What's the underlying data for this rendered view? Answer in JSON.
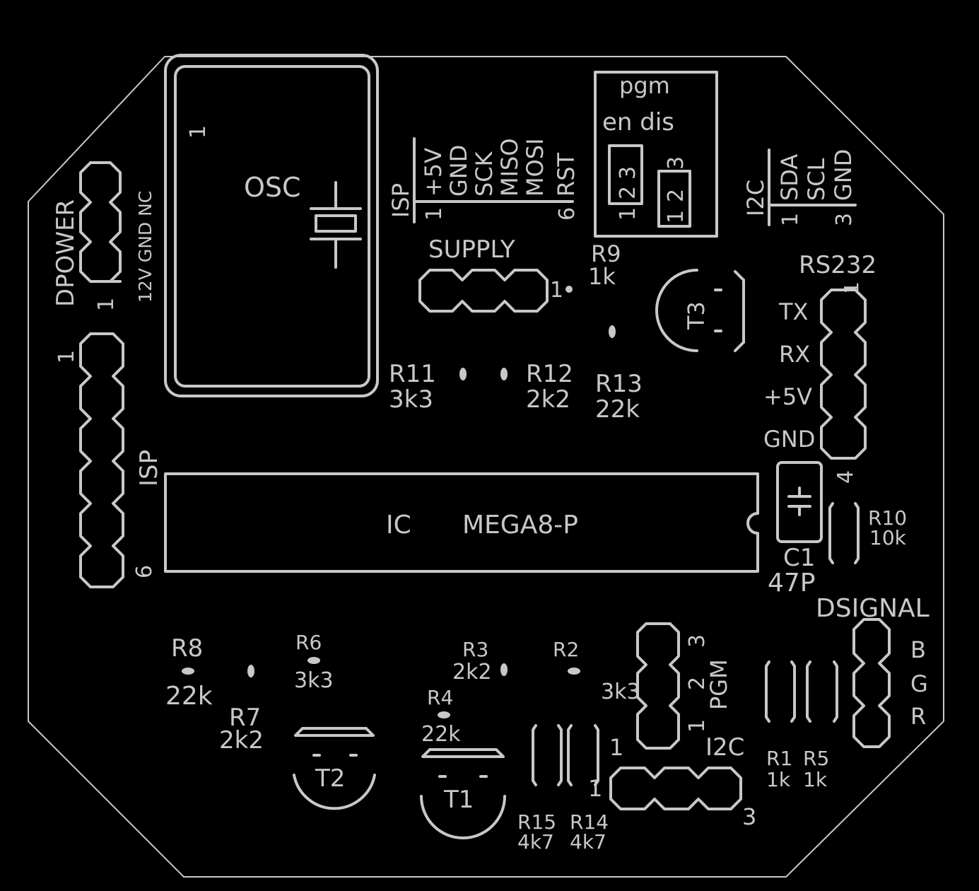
{
  "colors": {
    "background": "#000000",
    "silkscreen": "#c8c8c8",
    "outline": "#c8c8c8"
  },
  "osc": {
    "label": "OSC",
    "pin1": "1"
  },
  "dpower": {
    "name": "DPOWER",
    "pins": "12V GND NC",
    "pin1": "1"
  },
  "isp_left": {
    "name": "ISP",
    "pin1": "1",
    "pin6": "6"
  },
  "isp_top": {
    "name": "ISP",
    "pins": [
      "+5V",
      "GND",
      "SCK",
      "MISO",
      "MOSI",
      "RST"
    ],
    "pin1": "1",
    "pin6": "6"
  },
  "pgm_jumper": {
    "title": "pgm",
    "modes": "en dis",
    "left_digits": [
      "1",
      "2",
      "3"
    ],
    "right_digits": [
      "1",
      "2",
      "3"
    ]
  },
  "i2c_top": {
    "name": "I2C",
    "pins": [
      "SDA",
      "SCL",
      "GND"
    ],
    "pin1": "1",
    "pin3": "3"
  },
  "supply": {
    "name": "SUPPLY",
    "pin1": "1"
  },
  "r9": {
    "name": "R9",
    "value": "1k"
  },
  "t3": {
    "name": "T3"
  },
  "rs232": {
    "name": "RS232",
    "pins": [
      "TX",
      "RX",
      "+5V",
      "GND"
    ],
    "pin1": "1",
    "pin4": "4"
  },
  "r11": {
    "name": "R11",
    "value": "3k3"
  },
  "r12": {
    "name": "R12",
    "value": "2k2"
  },
  "r13": {
    "name": "R13",
    "value": "22k"
  },
  "ic": {
    "name": "IC",
    "part": "MEGA8-P"
  },
  "c1": {
    "name": "C1",
    "value": "47P"
  },
  "r10": {
    "name": "R10",
    "value": "10k"
  },
  "dsignal": {
    "name": "DSIGNAL",
    "pins": [
      "B",
      "G",
      "R"
    ]
  },
  "r8": {
    "name": "R8",
    "value": "22k"
  },
  "r6": {
    "name": "R6",
    "value": "3k3"
  },
  "r7": {
    "name": "R7",
    "value": "2k2"
  },
  "r3": {
    "name": "R3",
    "value": "2k2"
  },
  "r2": {
    "name": "R2",
    "value": "3k3"
  },
  "r4": {
    "name": "R4",
    "value": "22k"
  },
  "t1": {
    "name": "T1"
  },
  "t2": {
    "name": "T2"
  },
  "pgm_header": {
    "name": "PGM",
    "pin1": "1",
    "pin2": "2",
    "pin3": "3"
  },
  "i2c_bottom": {
    "name": "I2C",
    "pin1": "1",
    "pin3": "3",
    "side1": "1"
  },
  "r1": {
    "name": "R1",
    "value": "1k"
  },
  "r5": {
    "name": "R5",
    "value": "1k"
  },
  "r15": {
    "name": "R15",
    "value": "4k7"
  },
  "r14": {
    "name": "R14",
    "value": "4k7"
  }
}
